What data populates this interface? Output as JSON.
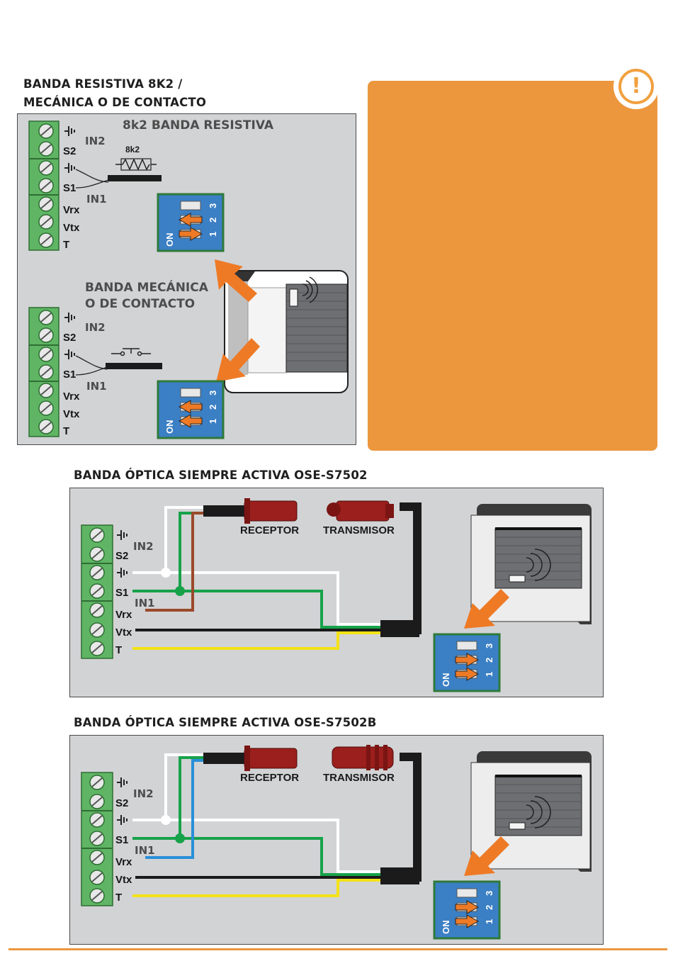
{
  "section1": {
    "title_line1": "BANDA RESISTIVA 8K2 /",
    "title_line2": "MECÁNICA O DE CONTACTO",
    "resistive_label": "8k2 BANDA RESISTIVA",
    "resistor_label": "8k2",
    "mechanical_line1": "BANDA MECÁNICA",
    "mechanical_line2": "O DE CONTACTO"
  },
  "terminals": {
    "s2": "S2",
    "s1": "S1",
    "vrx": "Vrx",
    "vtx": "Vtx",
    "t": "T",
    "in2": "IN2",
    "in1": "IN1"
  },
  "dip": {
    "on": "ON",
    "n1": "1",
    "n2": "2",
    "n3": "3"
  },
  "section2": {
    "title": "BANDA ÓPTICA SIEMPRE ACTIVA OSE-S7502",
    "receptor": "RECEPTOR",
    "transmisor": "TRANSMISOR"
  },
  "section3": {
    "title": "BANDA ÓPTICA SIEMPRE ACTIVA OSE-S7502B",
    "receptor": "RECEPTOR",
    "transmisor": "TRANSMISOR"
  },
  "note": {
    "icon": "warning-exclamation-icon",
    "symbol": "!"
  },
  "colors": {
    "accent": "#ec973e",
    "terminal_green": "#5fb564",
    "dip_blue": "#3b7fc4",
    "wire_green": "#17a24a",
    "wire_brown": "#9a4a2a",
    "wire_blue": "#2a8fd8",
    "wire_yellow": "#f2e216"
  }
}
